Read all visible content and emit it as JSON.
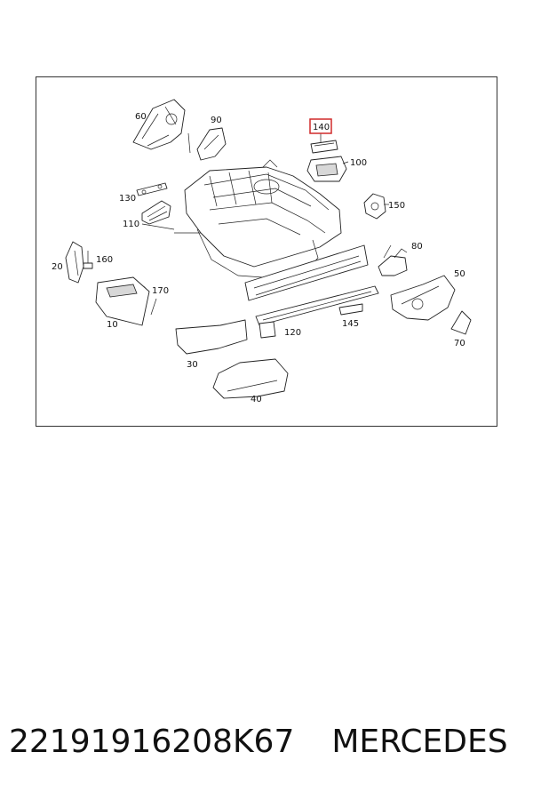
{
  "diagram": {
    "callouts": [
      {
        "id": "60",
        "label": "60"
      },
      {
        "id": "90",
        "label": "90"
      },
      {
        "id": "140",
        "label": "140",
        "highlighted": true
      },
      {
        "id": "100",
        "label": "100"
      },
      {
        "id": "130",
        "label": "130"
      },
      {
        "id": "150",
        "label": "150"
      },
      {
        "id": "110",
        "label": "110"
      },
      {
        "id": "80",
        "label": "80"
      },
      {
        "id": "20",
        "label": "20"
      },
      {
        "id": "160",
        "label": "160"
      },
      {
        "id": "50",
        "label": "50"
      },
      {
        "id": "170",
        "label": "170"
      },
      {
        "id": "10",
        "label": "10"
      },
      {
        "id": "120",
        "label": "120"
      },
      {
        "id": "145",
        "label": "145"
      },
      {
        "id": "70",
        "label": "70"
      },
      {
        "id": "30",
        "label": "30"
      },
      {
        "id": "40",
        "label": "40"
      }
    ],
    "highlight_color": "#d12a2a"
  },
  "footer": {
    "part_number": "22191916208K67",
    "brand": "MERCEDES"
  }
}
